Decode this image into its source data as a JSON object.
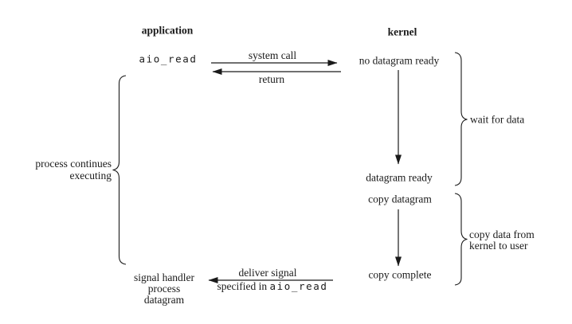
{
  "colors": {
    "ink": "#1a1a1a",
    "background": "#ffffff"
  },
  "headers": {
    "application": "application",
    "kernel": "kernel"
  },
  "application_column": {
    "aio_read": "aio_read",
    "signal_handler": {
      "line1": "signal handler",
      "line2": "process",
      "line3": "datagram"
    }
  },
  "kernel_column": {
    "no_datagram_ready": "no datagram ready",
    "datagram_ready": "datagram ready",
    "copy_datagram": "copy datagram",
    "copy_complete": "copy complete"
  },
  "arrows": {
    "system_call": "system call",
    "return_label": "return",
    "deliver_signal": "deliver signal",
    "specified_in_prefix": "specified in ",
    "specified_in_code": "aio_read"
  },
  "braces": {
    "process_continues": {
      "line1": "process continues",
      "line2": "executing"
    },
    "wait_for_data": "wait for data",
    "copy_data": {
      "line1": "copy data from",
      "line2": "kernel to user"
    }
  }
}
